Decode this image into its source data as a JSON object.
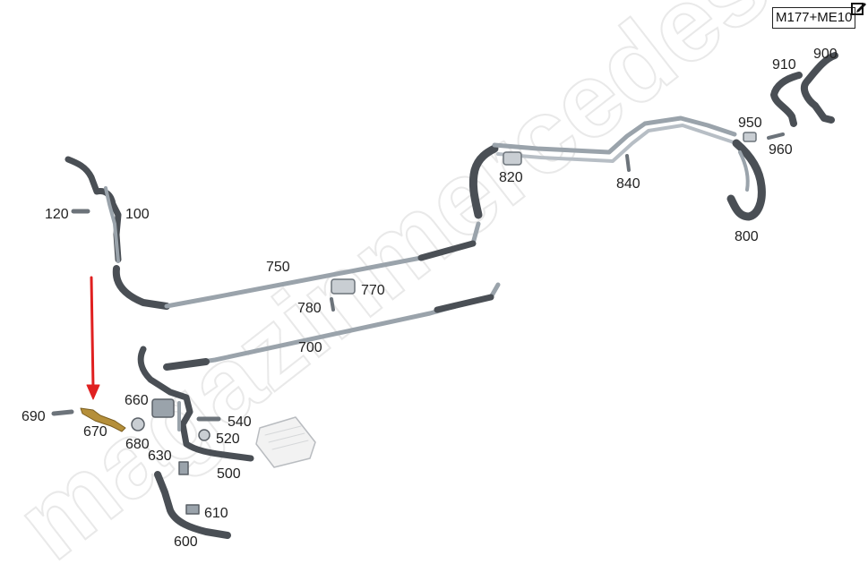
{
  "header": {
    "model_code": "M177+ME10"
  },
  "icons": {
    "edit": "edit-icon",
    "arrow": "red-arrow-icon"
  },
  "colors": {
    "hose": "#4a4f55",
    "pipe": "#9aa3ab",
    "bracket": "#b58f3a",
    "arrow": "#e02020"
  },
  "watermark": "magazinmercedes.ru",
  "parts": {
    "p100": "100",
    "p120": "120",
    "p500": "500",
    "p520": "520",
    "p540": "540",
    "p600": "600",
    "p610": "610",
    "p630": "630",
    "p660": "660",
    "p670": "670",
    "p680": "680",
    "p690": "690",
    "p700": "700",
    "p750": "750",
    "p770": "770",
    "p780": "780",
    "p800": "800",
    "p820": "820",
    "p840": "840",
    "p900": "900",
    "p910": "910",
    "p950": "950",
    "p960": "960"
  }
}
